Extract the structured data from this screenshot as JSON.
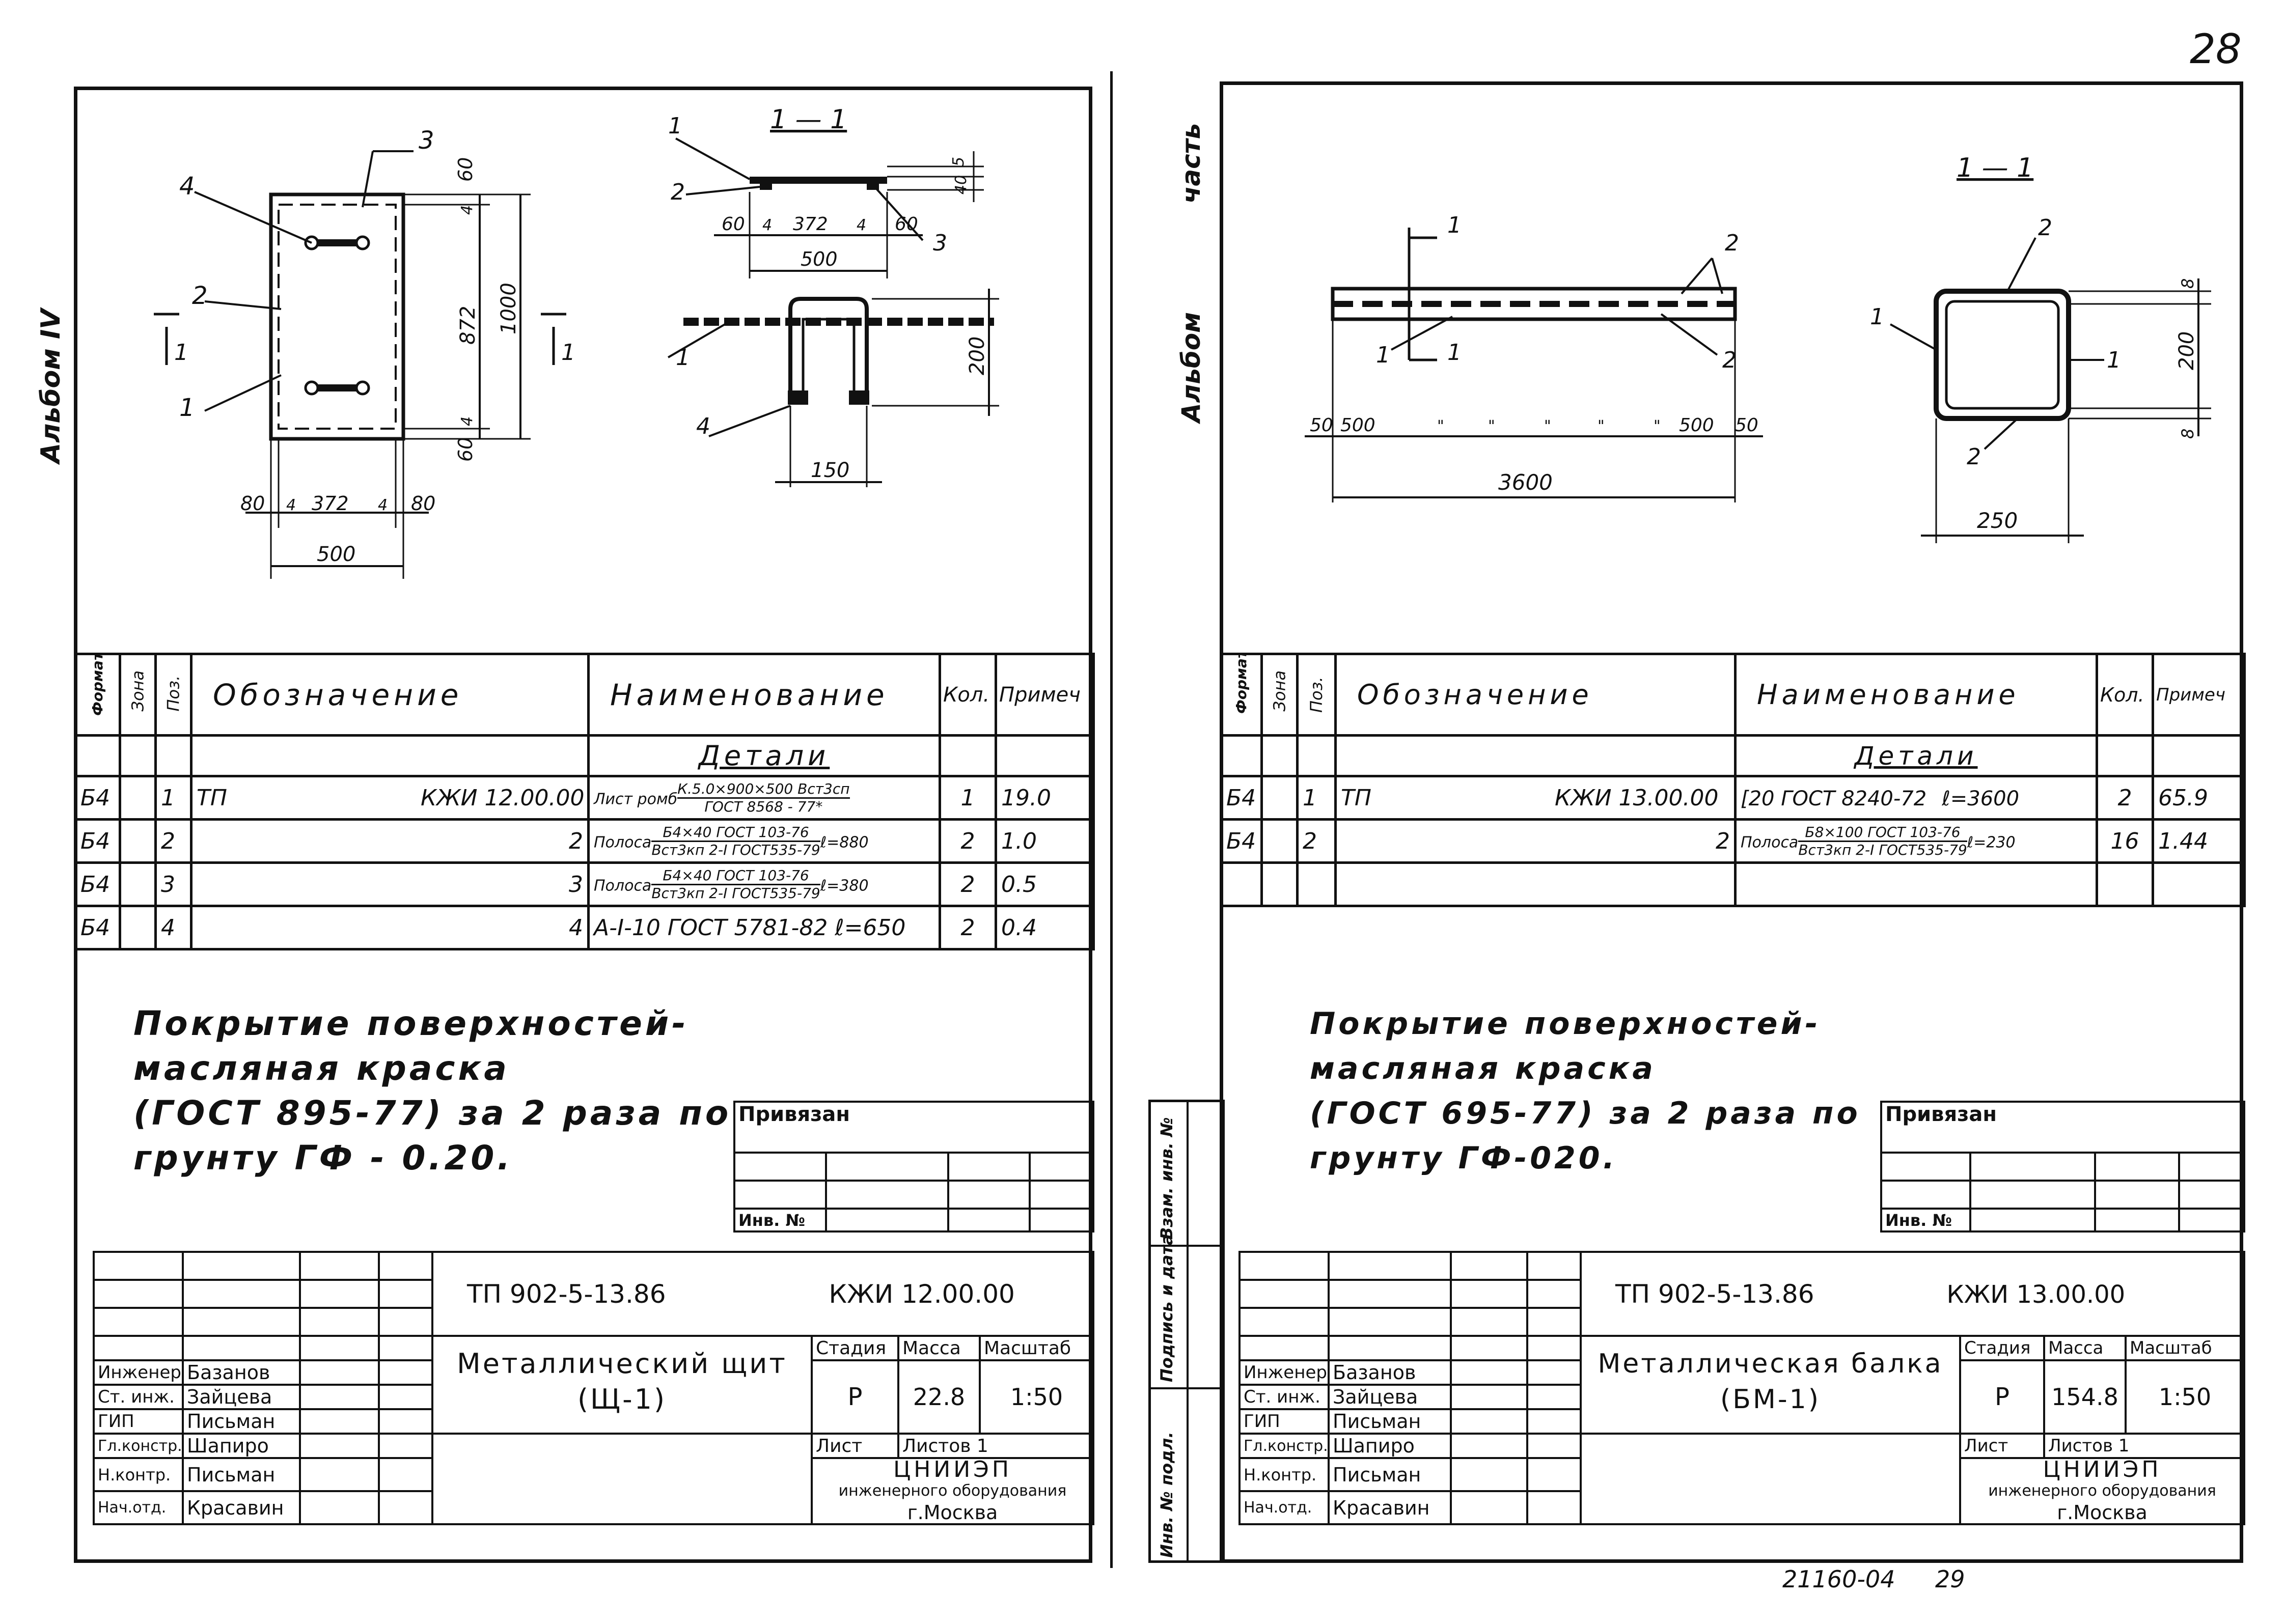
{
  "page": {
    "page_number": "28",
    "footer_code": "21160-04",
    "footer_page": "29"
  },
  "left": {
    "album_label": "Альбом IV",
    "section_marker": "1",
    "section_title": "1 — 1",
    "dims_plan": {
      "top_a": "60",
      "d1000": "1000",
      "d872": "872",
      "d4a": "4",
      "d4b": "4",
      "bottom_a": "60",
      "b80a": "80",
      "b4a": "4",
      "b372": "372",
      "b4b": "4",
      "b80b": "80",
      "b500": "500"
    },
    "dims_section": {
      "d60a": "60",
      "d4a": "4",
      "d372": "372",
      "d4b": "4",
      "d60b": "60",
      "d500": "500",
      "d5": "5",
      "d40": "40",
      "d200": "200",
      "d150": "150"
    },
    "callouts": [
      "1",
      "2",
      "3",
      "4"
    ],
    "spec_headers": {
      "format": "Формат",
      "zone": "Зона",
      "pos": "Поз.",
      "designation": "Обозначение",
      "name": "Наименование",
      "qty": "Кол.",
      "note": "Примеч"
    },
    "spec_group": "Детали",
    "spec_rows": [
      {
        "format": "Б4",
        "pos": "1",
        "designation_prefix": "ТП",
        "designation": "КЖИ 12.00.00",
        "designation_suffix": "1",
        "name_prefix": "Лист ромб",
        "name_top": "К.5.0×900×500 Вст3сп",
        "name_bottom": "ГОСТ 8568 - 77*",
        "name_tail": "",
        "qty": "1",
        "note": "19.0"
      },
      {
        "format": "Б4",
        "pos": "2",
        "designation_prefix": "",
        "designation": "",
        "designation_suffix": "2",
        "name_prefix": "Полоса",
        "name_top": "Б4×40 ГОСТ 103-76",
        "name_bottom": "Вст3кп 2-I ГОСТ535-79",
        "name_tail": "ℓ=880",
        "qty": "2",
        "note": "1.0"
      },
      {
        "format": "Б4",
        "pos": "3",
        "designation_prefix": "",
        "designation": "",
        "designation_suffix": "3",
        "name_prefix": "Полоса",
        "name_top": "Б4×40 ГОСТ 103-76",
        "name_bottom": "Вст3кп 2-I ГОСТ535-79",
        "name_tail": "ℓ=380",
        "qty": "2",
        "note": "0.5"
      },
      {
        "format": "Б4",
        "pos": "4",
        "designation_prefix": "",
        "designation": "",
        "designation_suffix": "4",
        "name_prefix": "А-I-10 ГОСТ 5781-82",
        "name_top": "",
        "name_bottom": "",
        "name_tail": "ℓ=650",
        "qty": "2",
        "note": "0.4"
      }
    ],
    "note_lines": [
      "Покрытие поверхностей-",
      "масляная краска",
      "(ГОСТ 895-77) за 2 раза по",
      "грунту ГФ - 0.20."
    ],
    "privyazan": "Привязан",
    "inv_no": "Инв. №",
    "project_code": "ТП 902-5-13.86",
    "drawing_code": "КЖИ 12.00.00",
    "title_line1": "Металлический щит",
    "title_line2": "(Щ-1)",
    "stage_label": "Стадия",
    "mass_label": "Масса",
    "scale_label": "Масштаб",
    "stage": "Р",
    "mass": "22.8",
    "scale": "1:50",
    "sheet_label": "Лист",
    "sheets_label": "Листов 1",
    "org1": "ЦНИИЭП",
    "org2": "инженерного оборудования",
    "org3": "г.Москва",
    "staff": [
      {
        "role": "Инженер",
        "name": "Базанов"
      },
      {
        "role": "Ст. инж.",
        "name": "Зайцева"
      },
      {
        "role": "ГИП",
        "name": "Письман"
      },
      {
        "role": "Гл.констр.",
        "name": "Шапиро"
      },
      {
        "role": "Н.контр.",
        "name": "Письман"
      },
      {
        "role": "Нач.отд.",
        "name": "Красавин"
      }
    ]
  },
  "right": {
    "album_label": "Альбом",
    "part_label": "часть",
    "side_labels": [
      "Инв. № подл.",
      "Подпись и дата",
      "Взам. инв. №"
    ],
    "section_title": "1 — 1",
    "dims": {
      "d50a": "50",
      "d500a": "500",
      "q1": "\"",
      "q2": "\"",
      "q3": "\"",
      "q4": "\"",
      "q5": "\"",
      "d500b": "500",
      "d50b": "50",
      "d3600": "3600",
      "d8a": "8",
      "d200": "200",
      "d8b": "8",
      "d250": "250"
    },
    "callouts": [
      "1",
      "2"
    ],
    "spec_headers": {
      "format": "Формат",
      "zone": "Зона",
      "pos": "Поз.",
      "designation": "Обозначение",
      "name": "Наименование",
      "qty": "Кол.",
      "note": "Примеч"
    },
    "spec_group": "Детали",
    "spec_rows": [
      {
        "format": "Б4",
        "pos": "1",
        "designation_prefix": "ТП",
        "designation": "КЖИ 13.00.00",
        "designation_suffix": "1",
        "name_prefix": "[20 ГОСТ 8240-72",
        "name_top": "",
        "name_bottom": "",
        "name_tail": "ℓ=3600",
        "qty": "2",
        "note": "65.9"
      },
      {
        "format": "Б4",
        "pos": "2",
        "designation_prefix": "",
        "designation": "",
        "designation_suffix": "2",
        "name_prefix": "Полоса",
        "name_top": "Б8×100 ГОСТ 103-76",
        "name_bottom": "Вст3кп 2-I ГОСТ535-79",
        "name_tail": "ℓ=230",
        "qty": "16",
        "note": "1.44"
      }
    ],
    "note_lines": [
      "Покрытие поверхностей-",
      "масляная краска",
      "(ГОСТ 695-77) за 2 раза по",
      "грунту ГФ-020."
    ],
    "privyazan": "Привязан",
    "inv_no": "Инв. №",
    "project_code": "ТП 902-5-13.86",
    "drawing_code": "КЖИ 13.00.00",
    "title_line1": "Металлическая балка",
    "title_line2": "(БМ-1)",
    "stage_label": "Стадия",
    "mass_label": "Масса",
    "scale_label": "Масштаб",
    "stage": "Р",
    "mass": "154.8",
    "scale": "1:50",
    "sheet_label": "Лист",
    "sheets_label": "Листов 1",
    "org1": "ЦНИИЭП",
    "org2": "инженерного оборудования",
    "org3": "г.Москва",
    "staff": [
      {
        "role": "Инженер",
        "name": "Базанов"
      },
      {
        "role": "Ст. инж.",
        "name": "Зайцева"
      },
      {
        "role": "ГИП",
        "name": "Письман"
      },
      {
        "role": "Гл.констр.",
        "name": "Шапиро"
      },
      {
        "role": "Н.контр.",
        "name": "Письман"
      },
      {
        "role": "Нач.отд.",
        "name": "Красавин"
      }
    ]
  }
}
